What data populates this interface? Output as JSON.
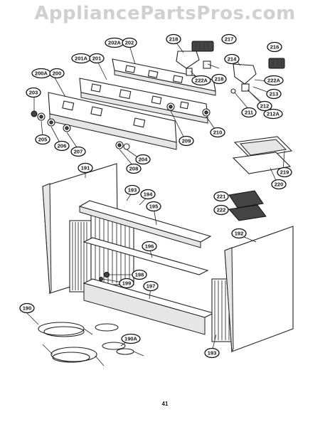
{
  "watermark": "AppliancePartsPros.com",
  "page_number": "41",
  "labels": {
    "l191": "191",
    "l192": "192",
    "l193a": "193",
    "l193b": "193",
    "l194": "194",
    "l195": "195",
    "l196": "196",
    "l197": "197",
    "l198": "198",
    "l199": "199",
    "l190": "190",
    "l190a": "190A",
    "l200": "200",
    "l200a": "200A",
    "l201": "201",
    "l201a": "201A",
    "l202": "202",
    "l202a": "202A",
    "l203": "203",
    "l204": "204",
    "l205": "205",
    "l206": "206",
    "l207": "207",
    "l208": "208",
    "l209": "209",
    "l210": "210",
    "l211": "211",
    "l212": "212",
    "l212a": "212A",
    "l213": "213",
    "l214": "214",
    "l216": "216",
    "l217": "217",
    "l218a": "218",
    "l218b": "218",
    "l219": "219",
    "l220": "220",
    "l221": "221",
    "l222": "222",
    "l222a1": "222A",
    "l222a2": "222A"
  }
}
